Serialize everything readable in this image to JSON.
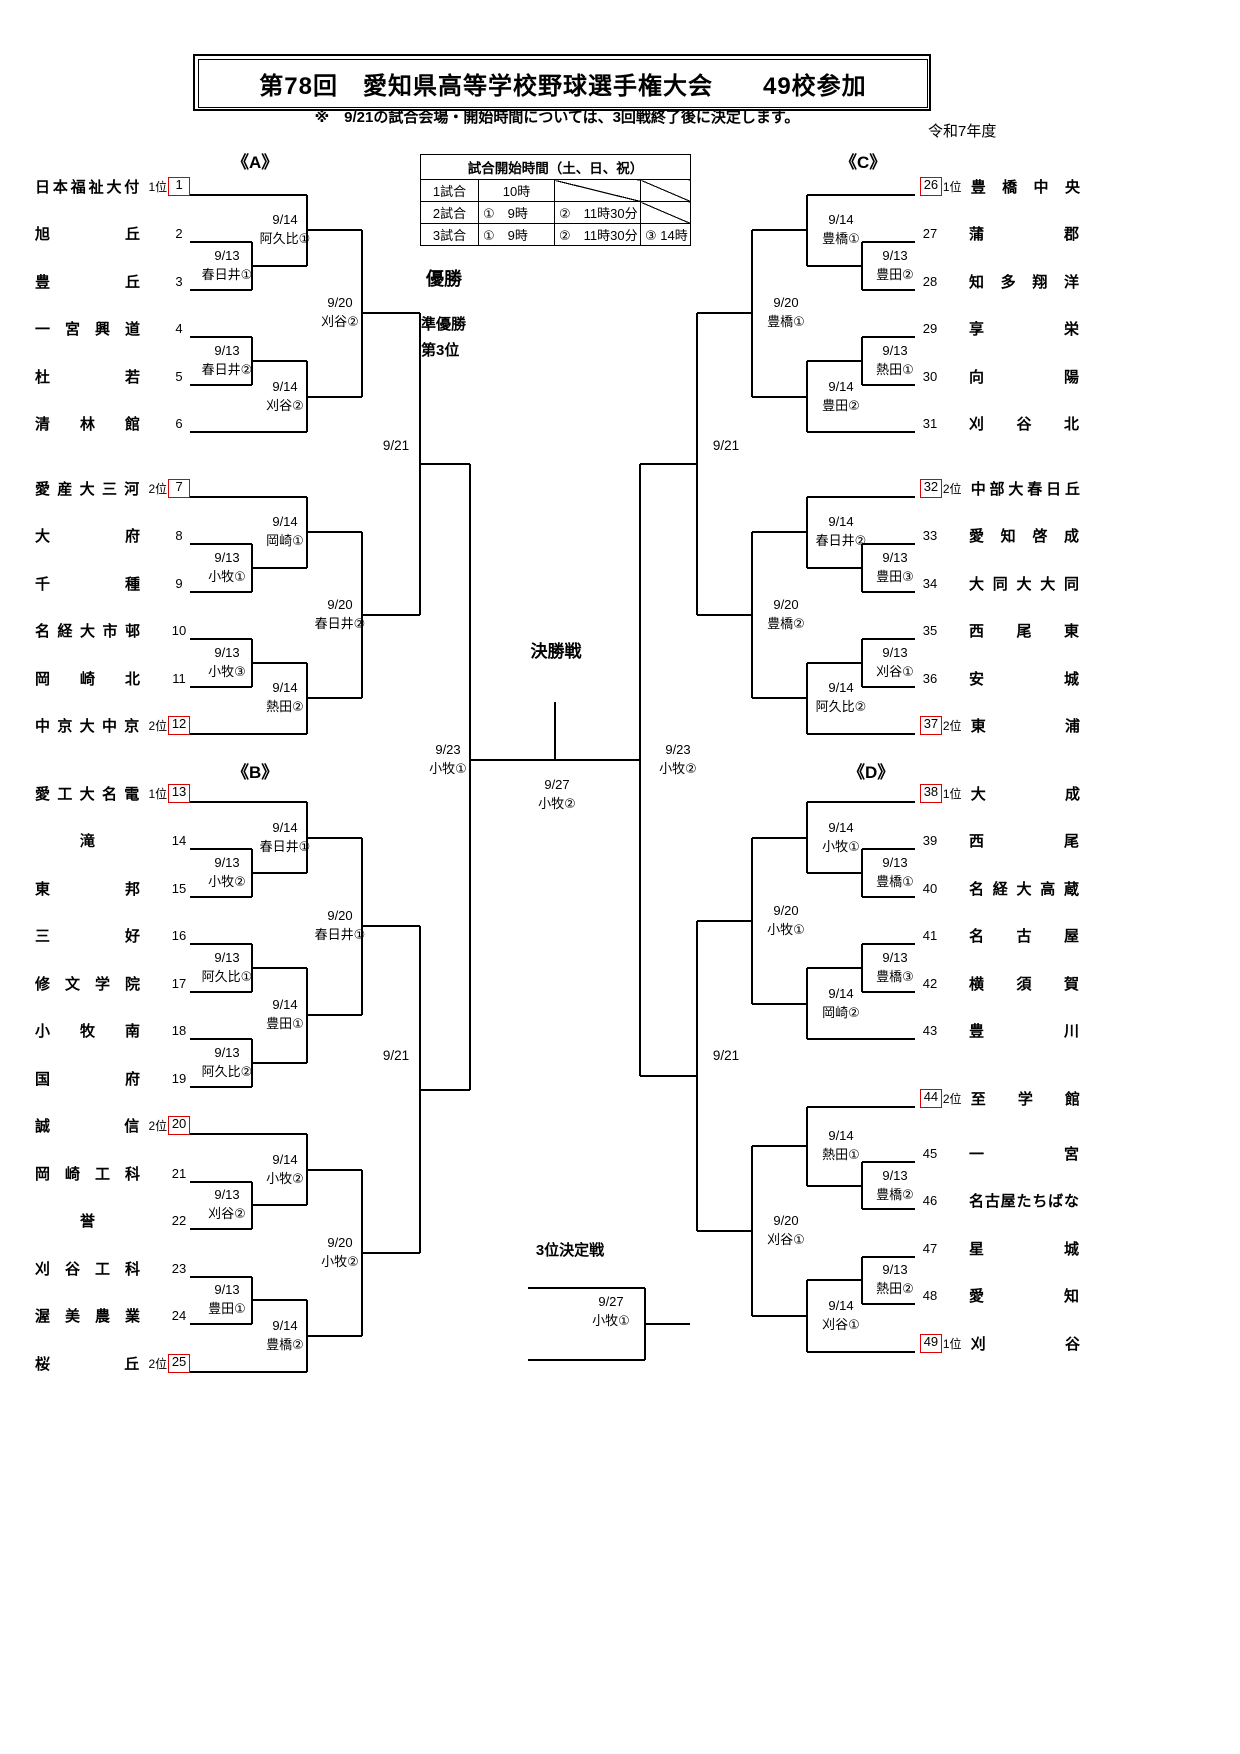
{
  "header": {
    "title": "第78回　愛知県高等学校野球選手権大会　　49校参加",
    "note": "※　9/21の試合会場・開始時間については、3回戦終了後に決定します。",
    "era": "令和7年度"
  },
  "legend": {
    "champion": "優勝",
    "runner_up": "準優勝",
    "third": "第3位"
  },
  "blocks": {
    "a": "《A》",
    "b": "《B》",
    "c": "《C》",
    "d": "《D》"
  },
  "finals": {
    "final_title": "決勝戦",
    "third_title": "3位決定戦"
  },
  "colors": {
    "seed_box": "#dd0000",
    "line": "#000000"
  },
  "schedule": {
    "title": "試合開始時間（土、日、祝）",
    "rows": [
      {
        "label": "1試合",
        "c1": "10時",
        "c2": "",
        "c3": ""
      },
      {
        "label": "2試合",
        "c1": "①　9時",
        "c2": "②　11時30分",
        "c3": ""
      },
      {
        "label": "3試合",
        "c1": "①　9時",
        "c2": "②　11時30分",
        "c3": "③ 14時"
      }
    ]
  },
  "teams": [
    {
      "no": "1",
      "seed": "1位",
      "name": "日本福祉大付"
    },
    {
      "no": "2",
      "seed": "",
      "name": "旭丘"
    },
    {
      "no": "3",
      "seed": "",
      "name": "豊丘"
    },
    {
      "no": "4",
      "seed": "",
      "name": "一宮興道"
    },
    {
      "no": "5",
      "seed": "",
      "name": "杜若"
    },
    {
      "no": "6",
      "seed": "",
      "name": "清林館"
    },
    {
      "no": "7",
      "seed": "2位",
      "name": "愛産大三河"
    },
    {
      "no": "8",
      "seed": "",
      "name": "大府"
    },
    {
      "no": "9",
      "seed": "",
      "name": "千種"
    },
    {
      "no": "10",
      "seed": "",
      "name": "名経大市邨"
    },
    {
      "no": "11",
      "seed": "",
      "name": "岡崎北"
    },
    {
      "no": "12",
      "seed": "2位",
      "name": "中京大中京"
    },
    {
      "no": "13",
      "seed": "1位",
      "name": "愛工大名電"
    },
    {
      "no": "14",
      "seed": "",
      "name": "滝"
    },
    {
      "no": "15",
      "seed": "",
      "name": "東邦"
    },
    {
      "no": "16",
      "seed": "",
      "name": "三好"
    },
    {
      "no": "17",
      "seed": "",
      "name": "修文学院"
    },
    {
      "no": "18",
      "seed": "",
      "name": "小牧南"
    },
    {
      "no": "19",
      "seed": "",
      "name": "国府"
    },
    {
      "no": "20",
      "seed": "2位",
      "name": "誠信"
    },
    {
      "no": "21",
      "seed": "",
      "name": "岡崎工科"
    },
    {
      "no": "22",
      "seed": "",
      "name": "誉"
    },
    {
      "no": "23",
      "seed": "",
      "name": "刈谷工科"
    },
    {
      "no": "24",
      "seed": "",
      "name": "渥美農業"
    },
    {
      "no": "25",
      "seed": "2位",
      "name": "桜丘"
    },
    {
      "no": "26",
      "seed": "1位",
      "name": "豊橋中央"
    },
    {
      "no": "27",
      "seed": "",
      "name": "蒲郡"
    },
    {
      "no": "28",
      "seed": "",
      "name": "知多翔洋"
    },
    {
      "no": "29",
      "seed": "",
      "name": "享栄"
    },
    {
      "no": "30",
      "seed": "",
      "name": "向陽"
    },
    {
      "no": "31",
      "seed": "",
      "name": "刈谷北"
    },
    {
      "no": "32",
      "seed": "2位",
      "name": "中部大春日丘"
    },
    {
      "no": "33",
      "seed": "",
      "name": "愛知啓成"
    },
    {
      "no": "34",
      "seed": "",
      "name": "大同大大同"
    },
    {
      "no": "35",
      "seed": "",
      "name": "西尾東"
    },
    {
      "no": "36",
      "seed": "",
      "name": "安城"
    },
    {
      "no": "37",
      "seed": "2位",
      "name": "東浦"
    },
    {
      "no": "38",
      "seed": "1位",
      "name": "大成"
    },
    {
      "no": "39",
      "seed": "",
      "name": "西尾"
    },
    {
      "no": "40",
      "seed": "",
      "name": "名経大高蔵"
    },
    {
      "no": "41",
      "seed": "",
      "name": "名古屋"
    },
    {
      "no": "42",
      "seed": "",
      "name": "横須賀"
    },
    {
      "no": "43",
      "seed": "",
      "name": "豊川"
    },
    {
      "no": "44",
      "seed": "2位",
      "name": "至学館"
    },
    {
      "no": "45",
      "seed": "",
      "name": "一宮"
    },
    {
      "no": "46",
      "seed": "",
      "name": "名古屋たちばな"
    },
    {
      "no": "47",
      "seed": "",
      "name": "星城"
    },
    {
      "no": "48",
      "seed": "",
      "name": "愛知"
    },
    {
      "no": "49",
      "seed": "1位",
      "name": "刈谷"
    }
  ],
  "matches": {
    "a_r1_1": {
      "date": "9/13",
      "venue": "春日井①"
    },
    "a_r1_2": {
      "date": "9/13",
      "venue": "春日井②"
    },
    "a_r1_3": {
      "date": "9/13",
      "venue": "小牧①"
    },
    "a_r1_4": {
      "date": "9/13",
      "venue": "小牧③"
    },
    "a_r2_1": {
      "date": "9/14",
      "venue": "阿久比①"
    },
    "a_r2_2": {
      "date": "9/14",
      "venue": "刈谷②"
    },
    "a_r2_3": {
      "date": "9/14",
      "venue": "岡崎①"
    },
    "a_r2_4": {
      "date": "9/14",
      "venue": "熱田②"
    },
    "a_qf_1": {
      "date": "9/20",
      "venue": "刈谷②"
    },
    "a_qf_2": {
      "date": "9/20",
      "venue": "春日井②"
    },
    "a_final": {
      "date": "9/21"
    },
    "b_r1_1": {
      "date": "9/13",
      "venue": "小牧②"
    },
    "b_r1_2": {
      "date": "9/13",
      "venue": "阿久比①"
    },
    "b_r1_3": {
      "date": "9/13",
      "venue": "阿久比②"
    },
    "b_r1_4": {
      "date": "9/13",
      "venue": "刈谷②"
    },
    "b_r1_5": {
      "date": "9/13",
      "venue": "豊田①"
    },
    "b_r2_1": {
      "date": "9/14",
      "venue": "春日井①"
    },
    "b_r2_2": {
      "date": "9/14",
      "venue": "豊田①"
    },
    "b_r2_3": {
      "date": "9/14",
      "venue": "小牧②"
    },
    "b_r2_4": {
      "date": "9/14",
      "venue": "豊橋②"
    },
    "b_qf_1": {
      "date": "9/20",
      "venue": "春日井①"
    },
    "b_qf_2": {
      "date": "9/20",
      "venue": "小牧②"
    },
    "b_final": {
      "date": "9/21"
    },
    "c_r1_1": {
      "date": "9/13",
      "venue": "豊田②"
    },
    "c_r1_2": {
      "date": "9/13",
      "venue": "熱田①"
    },
    "c_r1_3": {
      "date": "9/13",
      "venue": "豊田③"
    },
    "c_r1_4": {
      "date": "9/13",
      "venue": "刈谷①"
    },
    "c_r2_1": {
      "date": "9/14",
      "venue": "豊橋①"
    },
    "c_r2_2": {
      "date": "9/14",
      "venue": "豊田②"
    },
    "c_r2_3": {
      "date": "9/14",
      "venue": "春日井②"
    },
    "c_r2_4": {
      "date": "9/14",
      "venue": "阿久比②"
    },
    "c_qf_1": {
      "date": "9/20",
      "venue": "豊橋①"
    },
    "c_qf_2": {
      "date": "9/20",
      "venue": "豊橋②"
    },
    "c_final": {
      "date": "9/21"
    },
    "d_r1_1": {
      "date": "9/13",
      "venue": "豊橋①"
    },
    "d_r1_2": {
      "date": "9/13",
      "venue": "豊橋③"
    },
    "d_r1_3": {
      "date": "9/13",
      "venue": "豊橋②"
    },
    "d_r1_4": {
      "date": "9/13",
      "venue": "熱田②"
    },
    "d_r2_1": {
      "date": "9/14",
      "venue": "小牧①"
    },
    "d_r2_2": {
      "date": "9/14",
      "venue": "岡崎②"
    },
    "d_r2_3": {
      "date": "9/14",
      "venue": "熱田①"
    },
    "d_r2_4": {
      "date": "9/14",
      "venue": "刈谷①"
    },
    "d_qf_1": {
      "date": "9/20",
      "venue": "小牧①"
    },
    "d_qf_2": {
      "date": "9/20",
      "venue": "刈谷①"
    },
    "d_final": {
      "date": "9/21"
    },
    "semi_left": {
      "date": "9/23",
      "venue": "小牧①"
    },
    "semi_right": {
      "date": "9/23",
      "venue": "小牧②"
    },
    "final": {
      "date": "9/27",
      "venue": "小牧②"
    },
    "third_place": {
      "date": "9/27",
      "venue": "小牧①"
    }
  }
}
